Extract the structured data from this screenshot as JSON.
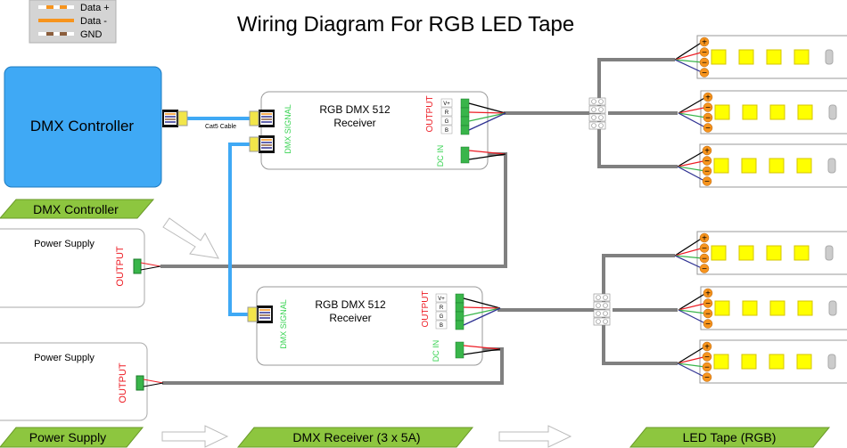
{
  "title": "Wiring Diagram For RGB LED Tape",
  "legend": {
    "items": [
      {
        "label": "Data +",
        "style": "dashed-orange"
      },
      {
        "label": "Data -",
        "style": "solid-orange"
      },
      {
        "label": "GND",
        "style": "dashed-brown"
      }
    ]
  },
  "controller": {
    "label": "DMX Controller",
    "color": "#3fa9f5"
  },
  "cable_label": "Cat5 Cable",
  "receivers": [
    {
      "title_line1": "RGB DMX 512",
      "title_line2": "Receiver",
      "signal_label": "DMX SIGNAL",
      "output_label": "OUTPUT",
      "dcin_label": "DC IN",
      "pins": [
        "V+",
        "R",
        "G",
        "B"
      ]
    },
    {
      "title_line1": "RGB DMX 512",
      "title_line2": "Receiver",
      "signal_label": "DMX SIGNAL",
      "output_label": "OUTPUT",
      "dcin_label": "DC IN",
      "pins": [
        "V+",
        "R",
        "G",
        "B"
      ]
    }
  ],
  "power_supplies": [
    {
      "label": "Power Supply",
      "output_label": "OUTPUT"
    },
    {
      "label": "Power Supply",
      "output_label": "OUTPUT"
    }
  ],
  "section_labels": {
    "controller": "DMX Controller",
    "power_supply": "Power Supply",
    "receiver": "DMX Receiver (3 x 5A)",
    "tape": "LED Tape (RGB)"
  },
  "strip_terminals": [
    "+",
    "−",
    "−",
    "−"
  ],
  "colors": {
    "label_green": "#8dc63f",
    "wire_gray": "#808080",
    "cable_blue": "#3fa9f5",
    "led_yellow": "#ffff00",
    "pad_orange": "#f7941d",
    "text_red": "#ed1c24",
    "text_green": "#39d353"
  }
}
